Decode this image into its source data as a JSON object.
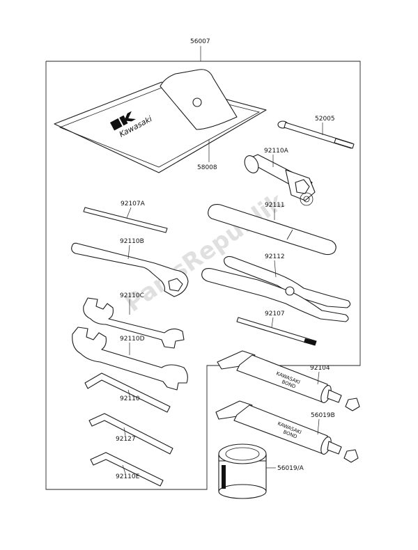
{
  "kit_number": "56007",
  "parts": {
    "p58008": "58008",
    "p52005": "52005",
    "p92110A": "92110A",
    "p92107A": "92107A",
    "p92111": "92111",
    "p92110B": "92110B",
    "p92112": "92112",
    "p92110C": "92110C",
    "p92107": "92107",
    "p92110D": "92110D",
    "p92104": "92104",
    "p92110": "92110",
    "p56019B": "56019B",
    "p92127": "92127",
    "p56019A": "56019/A",
    "p92110E": "92110E"
  },
  "brand_logo_text": "Kawasaki",
  "tube_print_line1": "KAWASAKI",
  "tube_print_line2": "BOND",
  "watermark_text": "PartsRepublik",
  "colors": {
    "line": "#1a1a1a",
    "watermark": "#c8c8c8",
    "background": "#ffffff"
  }
}
